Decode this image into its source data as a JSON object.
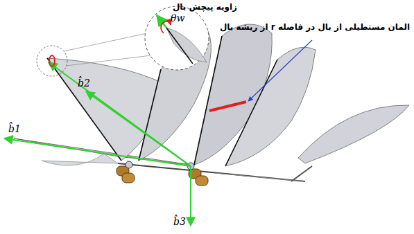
{
  "diagram": {
    "labels": [
      "زاویه پیچش بال",
      "θw",
      "المان مستطیلی از بال در فاصله r از ریشه بال",
      "b̂1",
      "b̂2",
      "b̂3"
    ]
  }
}
